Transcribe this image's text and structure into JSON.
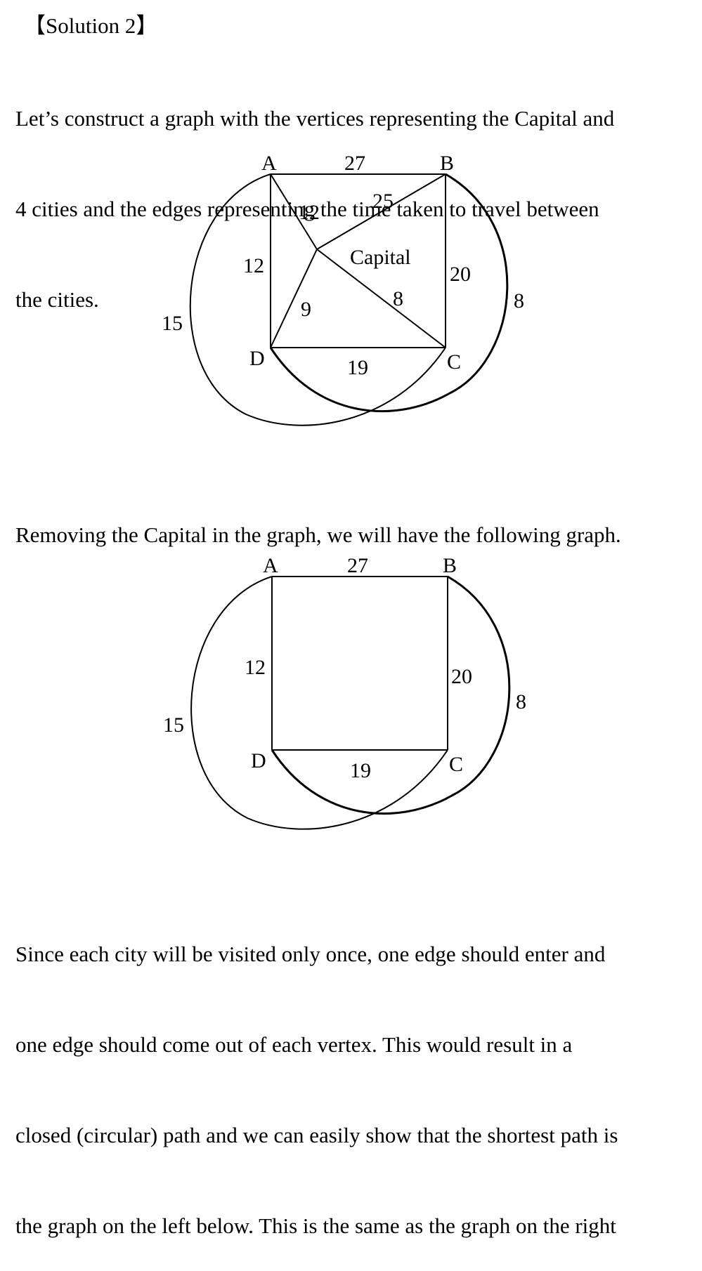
{
  "heading": "【Solution 2】",
  "intro": {
    "lines": [
      "Let’s construct a graph with the vertices representing the Capital and",
      "4 cities and the edges representing the time taken to travel between",
      "the cities."
    ]
  },
  "graph1": {
    "vertices": {
      "A": "A",
      "B": "B",
      "C": "C",
      "D": "D",
      "capital": "Capital"
    },
    "edges": {
      "AB": "27",
      "AD": "12",
      "BC": "20",
      "DC": "19",
      "A_capital": "12",
      "B_capital": "25",
      "C_capital": "8",
      "D_capital": "9",
      "AC_outer": "15",
      "BD_outer": "8"
    }
  },
  "removing_text": "Removing the Capital in the graph, we will have the following graph.",
  "graph2": {
    "vertices": {
      "A": "A",
      "B": "B",
      "C": "C",
      "D": "D"
    },
    "edges": {
      "AB": "27",
      "AD": "12",
      "BC": "20",
      "DC": "19",
      "AC_outer": "15",
      "BD_outer": "8"
    }
  },
  "conclusion": {
    "lines": [
      "Since each city will be visited only once, one edge should enter and",
      "one edge should come out of each vertex. This would result in a",
      "closed (circular) path and we can easily show that the shortest path is",
      "the graph on the left below. This is the same as the graph on the right"
    ]
  }
}
